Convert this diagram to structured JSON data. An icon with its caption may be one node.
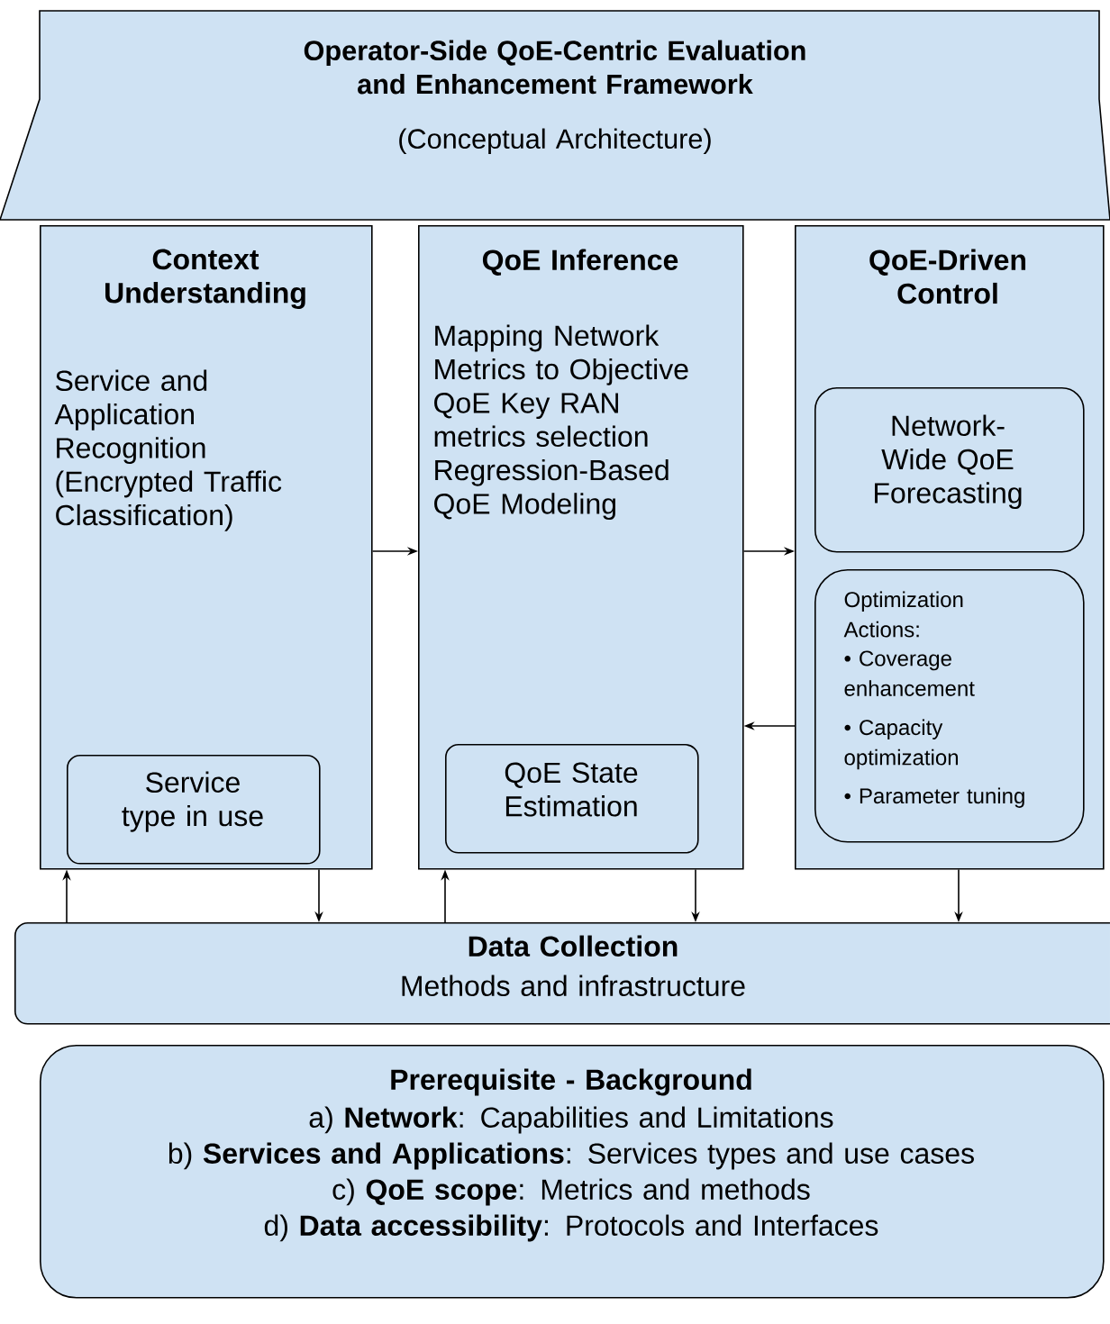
{
  "diagram": {
    "nodes": [
      {
        "text": [
          "Operator-Side QoE-Centric Evaluation and Enhancement Framework",
          "(Conceptual Architecture)"
        ]
      },
      {
        "text": [
          "Context Understanding",
          "Service and Application Recognition (Encrypted Traffic Classification)"
        ]
      },
      {
        "text": [
          "Service type in use"
        ],
        "in": 1
      },
      {
        "text": [
          "QoE Inference",
          "Mapping Network Metrics to Objective QoE Key RAN metrics selection Regression-Based QoE Modeling"
        ]
      },
      {
        "text": [
          "QoE State Estimation"
        ],
        "in": 3
      },
      {
        "text": [
          "QoE-Driven Control"
        ]
      },
      {
        "text": [
          "Network-Wide QoE Forecasting"
        ],
        "in": 5
      },
      {
        "text": [
          "Optimization Actions:",
          "• Coverage enhancement",
          "• Capacity optimization",
          "• Parameter tuning"
        ],
        "in": 5
      },
      {
        "text": [
          "Data Collection",
          "Methods and infrastructure"
        ]
      },
      {
        "text": [
          "Prerequisite - Background",
          "a) **Network**: Capabilities and Limitations",
          "b) **Services and Applications**:  Services types and use cases",
          "c) **QoE scope**: Metrics and methods",
          "d) **Data accessibility**: Protocols and Interfaces"
        ]
      }
    ],
    "edges": [
      {
        "from": 1,
        "to": 3,
        "arrow": "to"
      },
      {
        "from": 3,
        "to": 5,
        "arrow": "to"
      },
      {
        "from": 5,
        "to": 3,
        "arrow": "to"
      },
      {
        "from": 8,
        "to": 1,
        "arrow": "to"
      },
      {
        "from": 1,
        "to": 8,
        "arrow": "to"
      },
      {
        "from": 8,
        "to": 3,
        "arrow": "to"
      },
      {
        "from": 3,
        "to": 8,
        "arrow": "to"
      },
      {
        "from": 5,
        "to": 8,
        "arrow": "to"
      }
    ]
  }
}
